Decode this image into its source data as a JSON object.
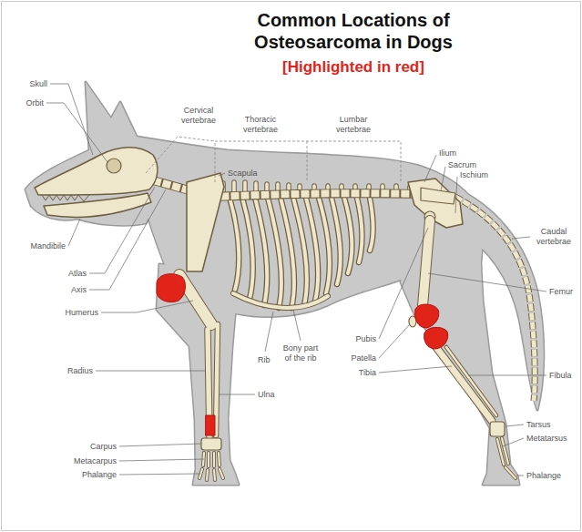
{
  "diagram": {
    "title": "Common Locations of Osteosarcoma in Dogs",
    "labels": [
      "[Highlighted in red]",
      "Skull",
      "Orbit",
      "Cervical vertebrae",
      "Thoracic vertebrae",
      "Lumbar vertebrae",
      "Scapula",
      "Ilium",
      "Sacrum",
      "Ischium",
      "Mandibile",
      "Atlas",
      "Axis",
      "Humerus",
      "Caudal vertebrae",
      "Femur",
      "Pubis",
      "Bony part of the rib",
      "Rib",
      "Patella",
      "Tibia",
      "Radius",
      "Ulna",
      "Fibula",
      "Tarsus",
      "Carpus",
      "Metatarsus",
      "Metacarpus",
      "Phalange",
      "Phalange"
    ]
  }
}
